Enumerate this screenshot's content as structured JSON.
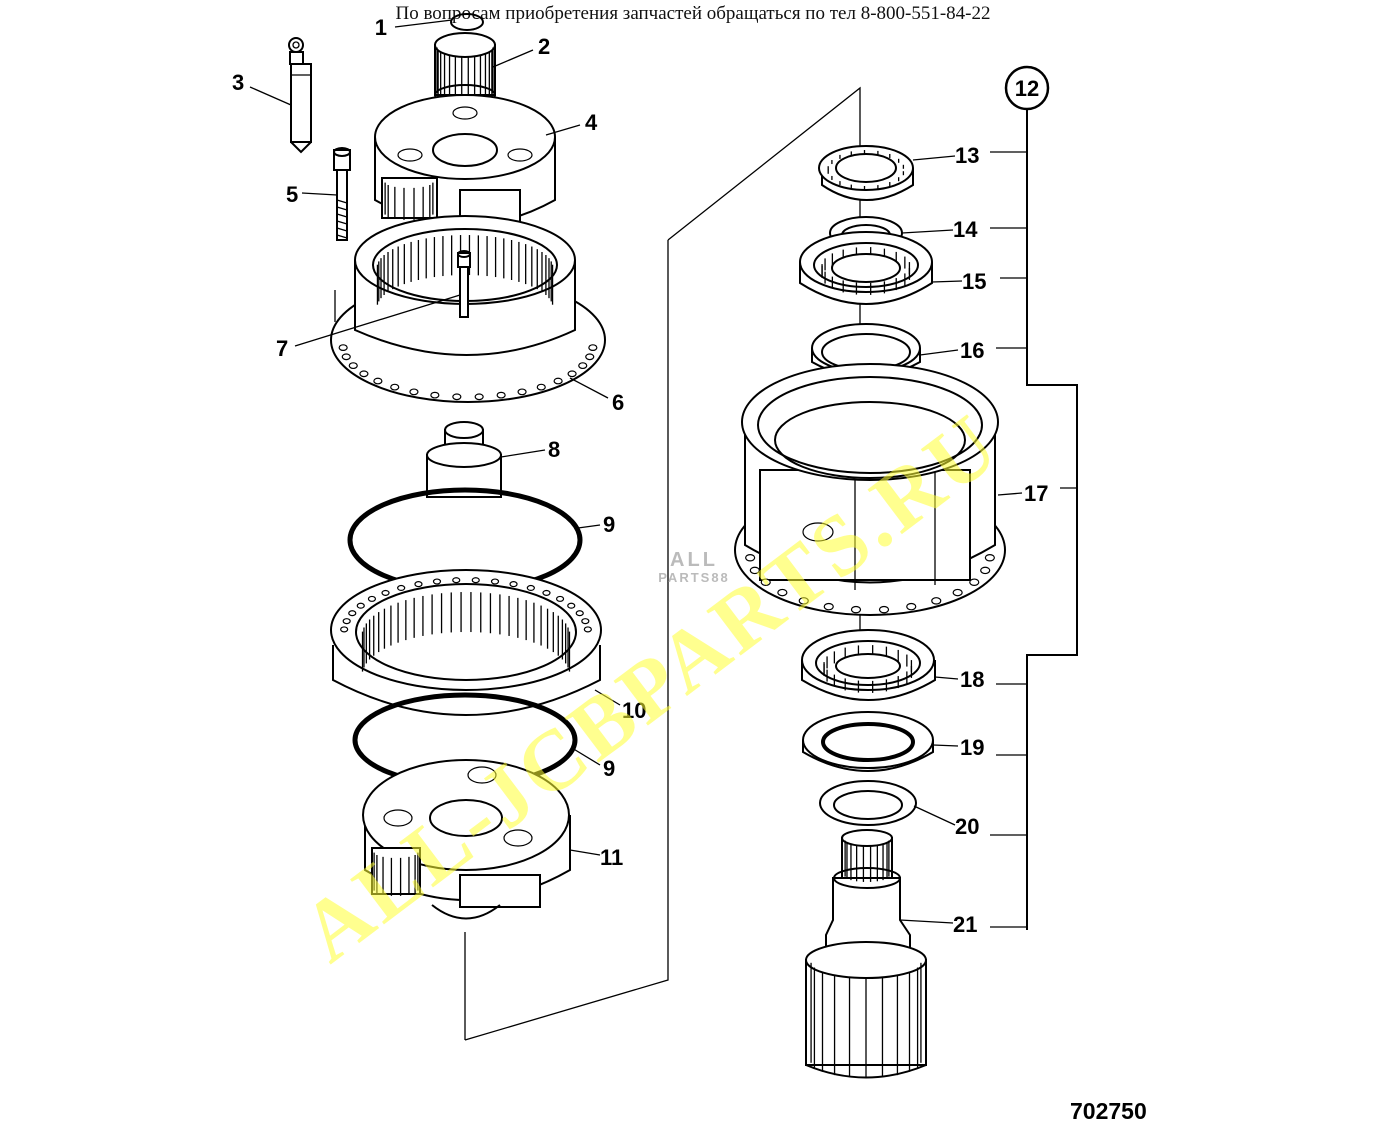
{
  "header": {
    "contact_text": "По вопросам приобретения запчастей обращаться по тел 8-800-551-84-22"
  },
  "drawing_number": "702750",
  "assembly_callout": "12",
  "callouts": [
    "1",
    "2",
    "3",
    "4",
    "5",
    "6",
    "7",
    "8",
    "9",
    "10",
    "9",
    "11",
    "13",
    "14",
    "15",
    "16",
    "17",
    "18",
    "19",
    "20",
    "21"
  ],
  "watermark": {
    "main_text": "ALL-JCBPARTS.RU",
    "small_logo_top": "ALL",
    "small_logo_bottom": "PARTS88"
  },
  "colors": {
    "watermark": "#ffff33",
    "line": "#000000",
    "background": "#ffffff"
  }
}
